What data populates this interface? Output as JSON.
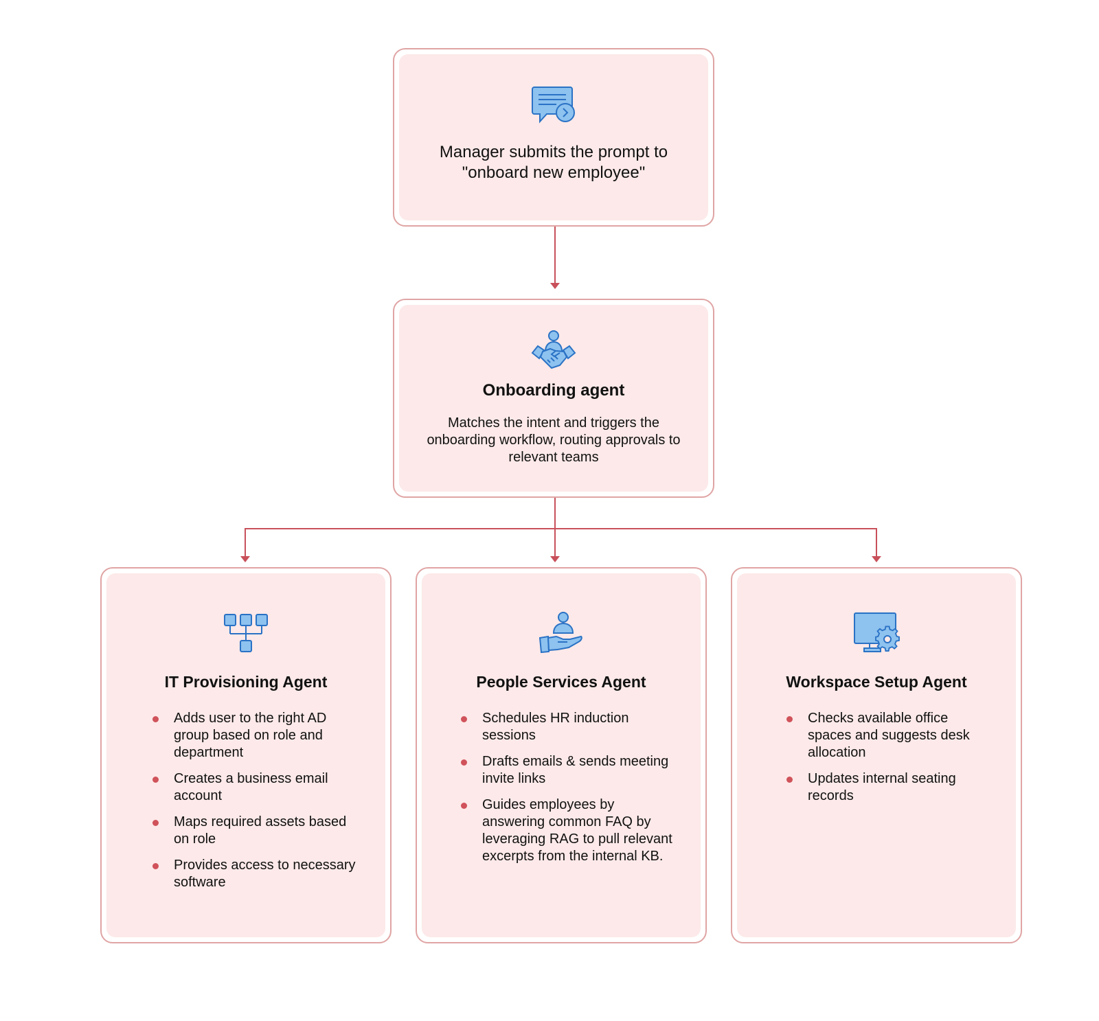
{
  "colors": {
    "border": "#e0a4a4",
    "card_fill": "#fde9e9",
    "connector": "#c8505a",
    "bullet": "#d0525a",
    "icon_fill": "#8ec2ef",
    "icon_stroke": "#2a72c5"
  },
  "prompt_node": {
    "icon": "chat-bubble-send-icon",
    "text": "Manager submits the prompt to \"onboard new employee\""
  },
  "onboarding_node": {
    "icon": "handshake-icon",
    "title": "Onboarding agent",
    "description": "Matches the intent and triggers the onboarding workflow, routing approvals to relevant teams"
  },
  "sub_agents": [
    {
      "icon": "hierarchy-icon",
      "title": "IT Provisioning Agent",
      "bullets": [
        "Adds user to the right AD group based on role and department",
        "Creates a business email account",
        "Maps required assets based on role",
        "Provides access to necessary software"
      ]
    },
    {
      "icon": "person-on-hand-icon",
      "title": "People Services Agent",
      "bullets": [
        "Schedules HR induction sessions",
        "Drafts emails & sends meeting invite links",
        "Guides employees by answering common FAQ by leveraging RAG to pull relevant excerpts from the internal KB."
      ]
    },
    {
      "icon": "monitor-gear-icon",
      "title": "Workspace Setup Agent",
      "bullets": [
        "Checks available office spaces and suggests desk allocation",
        "Updates internal seating records"
      ]
    }
  ]
}
